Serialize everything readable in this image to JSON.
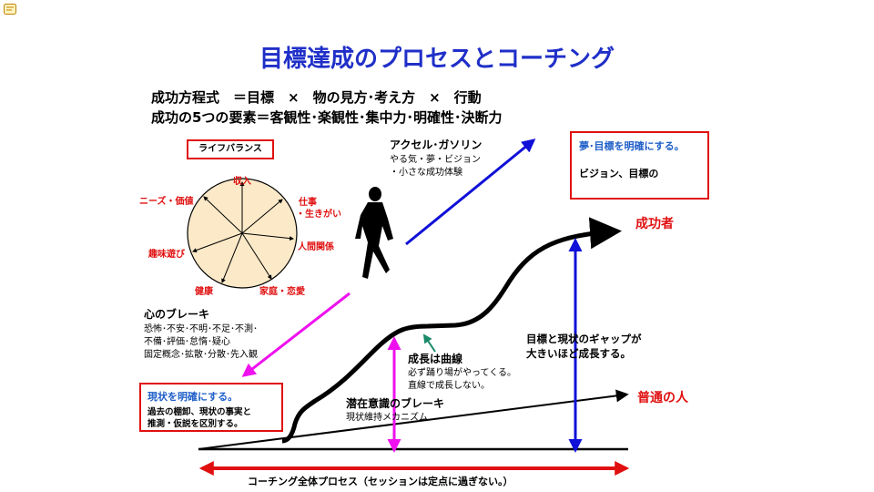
{
  "title": "目標達成のプロセスとコーチング",
  "equations": {
    "line1": "成功方程式　＝目標　×　物の見方･考え方　×　行動",
    "line2": "成功の5つの要素＝客観性･楽観性･集中力･明確性･決断力"
  },
  "life_balance": {
    "title": "ライフバランス",
    "labels": {
      "top": "収入",
      "top_right_1": "仕事",
      "top_right_2": "・生きがい",
      "right": "人間関係",
      "bottom_right": "家庭・恋愛",
      "bottom_left": "健康",
      "left": "趣味遊び",
      "top_left": "ニーズ・価値"
    }
  },
  "accelerator": {
    "heading": "アクセル･ガソリン",
    "line1": "やる気・夢・ビジョン",
    "line2": "・小さな成功体験"
  },
  "dream_box": {
    "line1": "夢･目標を明確にする。",
    "line2": "ビジョン、目標の"
  },
  "success_label": "成功者",
  "ordinary_label": "普通の人",
  "brake": {
    "heading": "心のブレーキ",
    "line1": "恐怖･不安･不明･不足･不測･",
    "line2": "不備･評価･怠惰･疑心",
    "line3": "固定概念･拡散･分散･先入観"
  },
  "current_box": {
    "heading": "現状を明確にする。",
    "line1": "過去の棚卸、現状の事実と",
    "line2": "推測・仮説を区別する。"
  },
  "growth": {
    "heading": "成長は曲線",
    "line1": "必ず踊り場がやってくる。",
    "line2": "直線で成長しない。"
  },
  "subconscious": {
    "heading": "潜在意識のブレーキ",
    "line1": "現状維持メカニズム"
  },
  "gap": {
    "line1": "目標と現状のギャップが",
    "line2": "大きいほど成長する。"
  },
  "process_label": "コーチング全体プロセス（セッションは定点に過ぎない。）",
  "colors": {
    "title": "#1f2fc8",
    "red": "#e01010",
    "blue_arrow": "#1010d8",
    "magenta": "#ee10ee",
    "teal": "#1a8a6a",
    "wheel_fill": "#fbe9c8"
  },
  "icons": [
    "memo-icon",
    "runner-icon"
  ]
}
